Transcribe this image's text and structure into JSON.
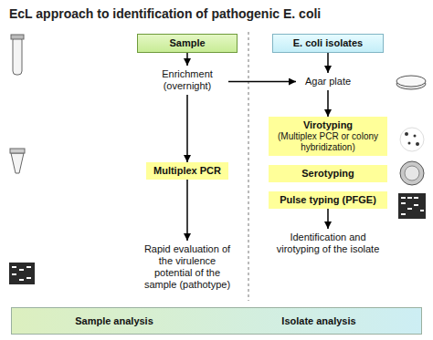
{
  "diagram": {
    "title": "EcL approach to identification of pathogenic E. coli",
    "nodes": [
      {
        "text": [
          "Sample"
        ]
      },
      {
        "text": [
          "E. coli isolates"
        ]
      },
      {
        "text": [
          "Enrichment (overnight)"
        ]
      },
      {
        "text": [
          "Agar plate"
        ]
      },
      {
        "text": [
          "Multiplex PCR"
        ]
      },
      {
        "text": [
          "Virotyping",
          "(Multiplex PCR or colony hybridization)"
        ]
      },
      {
        "text": [
          "Serotyping"
        ]
      },
      {
        "text": [
          "Pulse typing (PFGE)"
        ]
      },
      {
        "text": [
          "Rapid evaluation of the virulence potential of the sample (pathotype)"
        ]
      },
      {
        "text": [
          "Identification and virotyping of the isolate"
        ]
      },
      {
        "text": [
          "Sample analysis",
          "Isolate analysis"
        ]
      }
    ],
    "edges": [
      {
        "from": 0,
        "to": 2,
        "arrow": "to"
      },
      {
        "from": 2,
        "to": 3,
        "arrow": "to"
      },
      {
        "from": 1,
        "to": 3,
        "arrow": "to"
      },
      {
        "from": 2,
        "to": 4,
        "arrow": "to"
      },
      {
        "from": 4,
        "to": 8,
        "arrow": "to"
      },
      {
        "from": 3,
        "to": 5,
        "arrow": "to"
      },
      {
        "from": 7,
        "to": 9,
        "arrow": "to"
      }
    ]
  }
}
